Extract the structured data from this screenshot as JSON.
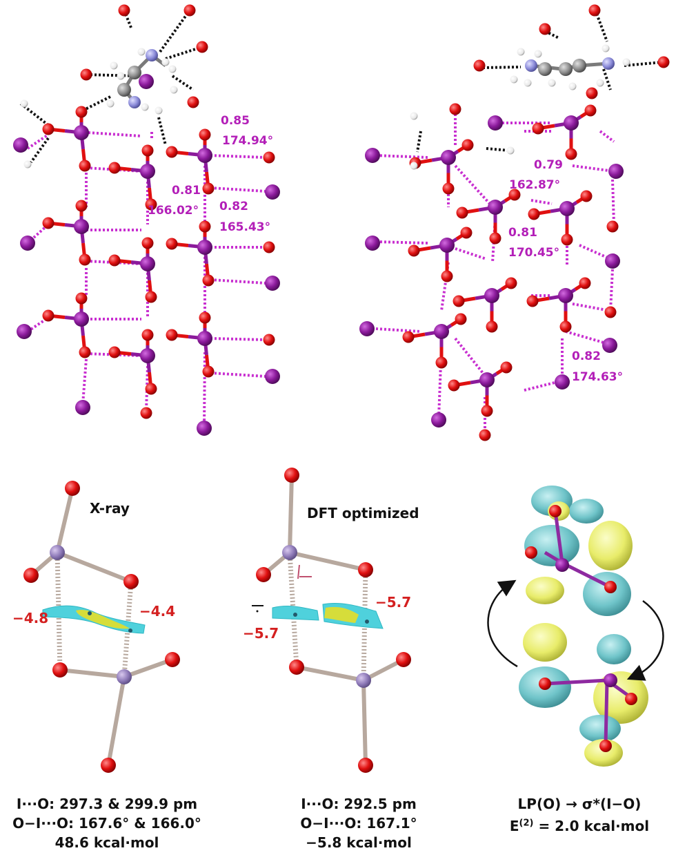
{
  "top_left": {
    "labels": [
      "0.85",
      "174.94°",
      "0.81",
      "166.02°",
      "0.82",
      "165.43°"
    ]
  },
  "top_right": {
    "labels": [
      "0.79",
      "162.87°",
      "0.81",
      "170.45°",
      "0.82",
      "174.63°"
    ]
  },
  "panel_xray": {
    "title": "X-ray",
    "left_value": "−4.8",
    "right_value": "−4.4",
    "caption": [
      "I···O: 297.3 & 299.9 pm",
      "O−I···O: 167.6° & 166.0°",
      "48.6 kcal·mol"
    ]
  },
  "panel_dft": {
    "title": "DFT optimized",
    "left_value": "−5.7",
    "right_value": "−5.7",
    "caption": [
      "I···O: 292.5 pm",
      "O−I···O: 167.1°",
      "−5.8 kcal·mol"
    ]
  },
  "panel_nbo": {
    "caption": [
      "LP(O) → σ*(I−O)",
      "E(2) = 2.0 kcal·mol"
    ]
  },
  "colors": {
    "iodine": "#8b1a9b",
    "oxygen": "#e01010",
    "carbon": "#8c8c8c",
    "nitrogen": "#8a8ad8",
    "halogen_bond": "#c82fd0",
    "hydrogen_bond": "#111111",
    "label_magenta": "#b31fb8",
    "label_red": "#d42020",
    "orbital_cyan": "#6fc4c9",
    "orbital_yellow": "#e8ec6a"
  }
}
